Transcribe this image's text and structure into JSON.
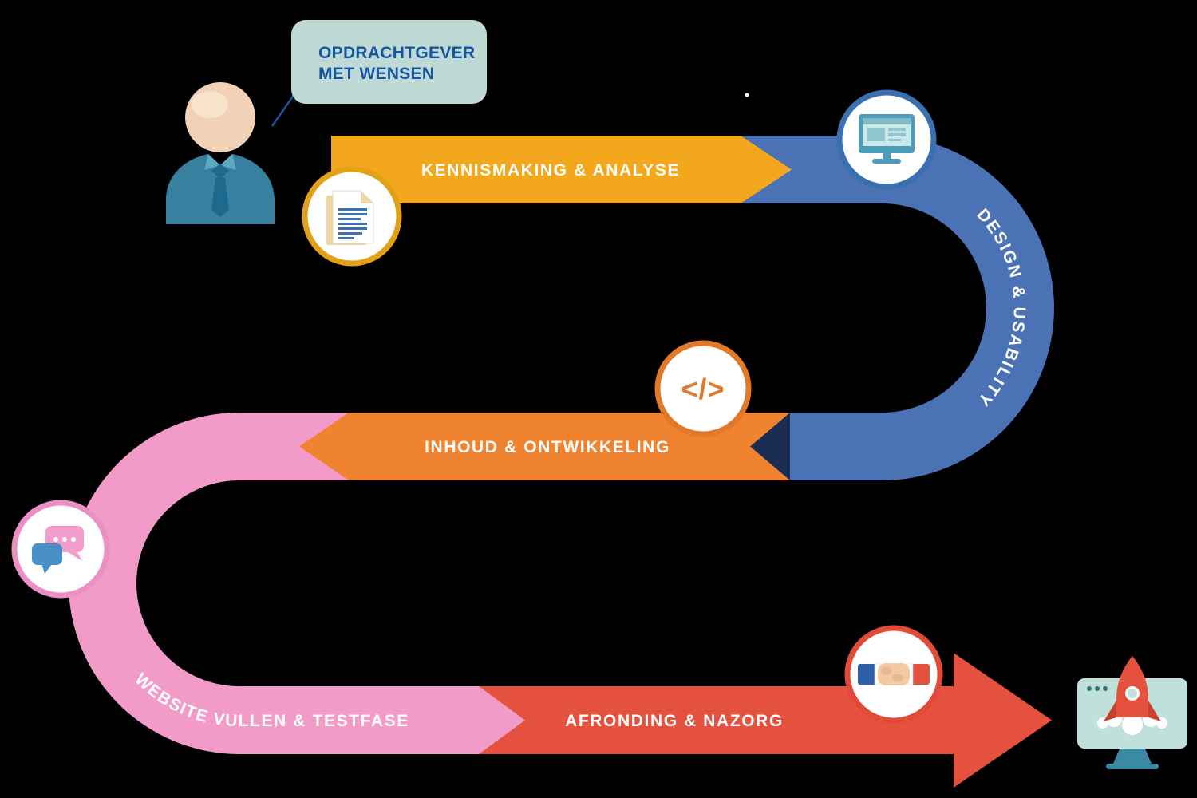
{
  "diagram": {
    "background_color": "#000000",
    "label_color": "#FFFFFF",
    "speech_bubble": {
      "line1": "OPDRACHTGEVER",
      "line2": "MET WENSEN",
      "bg_color": "#BFDAD5",
      "text_color": "#1656A0"
    },
    "steps": [
      {
        "label": "KENNISMAKING & ANALYSE",
        "color": "#F3A71C",
        "icon": "document-icon"
      },
      {
        "label": "DESIGN & USABILITY",
        "color": "#4A72B5",
        "icon": "design-monitor-icon"
      },
      {
        "label": "INHOUD & ONTWIKKELING",
        "color": "#EF8330",
        "icon": "code-icon"
      },
      {
        "label": "WEBSITE VULLEN & TESTFASE",
        "color": "#F29BC9",
        "icon": "chat-bubbles-icon"
      },
      {
        "label": "AFRONDING & NAZORG",
        "color": "#E4513E",
        "icon": "handshake-icon"
      }
    ],
    "icons": {
      "code_glyph": "</>",
      "ring_gold": "#E2A117",
      "ring_blue": "#3A6FB0",
      "ring_orange": "#E2782A",
      "ring_pink": "#EC8FC2",
      "ring_red": "#E04A38"
    },
    "start_icon": "client-person-icon",
    "end_icon": "rocket-launch-icon"
  }
}
